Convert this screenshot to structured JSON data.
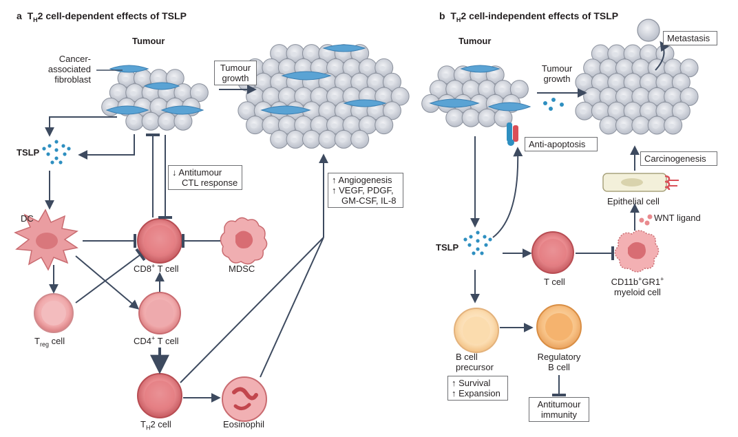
{
  "panel_a": {
    "letter": "a",
    "title_pre": "T",
    "title_sub": "H",
    "title_post": "2 cell-dependent effects of TSLP",
    "tumour": "Tumour",
    "caf": [
      "Cancer-",
      "associated",
      "fibroblast"
    ],
    "tumour_growth": [
      "Tumour",
      "growth"
    ],
    "tslp": "TSLP",
    "antitumour_ctl": [
      "↓ Antitumour",
      "CTL response"
    ],
    "angiogenesis": [
      "↑ Angiogenesis",
      "↑ VEGF, PDGF,",
      "GM-CSF, IL-8"
    ],
    "dc": "DC",
    "cd8": {
      "pre": "CD8",
      "sup": "+",
      "post": " T cell"
    },
    "mdsc": "MDSC",
    "treg": {
      "pre": "T",
      "sub": "reg",
      "post": " cell"
    },
    "cd4": {
      "pre": "CD4",
      "sup": "+",
      "post": " T cell"
    },
    "th2": {
      "pre": "T",
      "sub": "H",
      "post": "2 cell"
    },
    "eosinophil": "Eosinophil"
  },
  "panel_b": {
    "letter": "b",
    "title_pre": "T",
    "title_sub": "H",
    "title_post": "2 cell-independent effects of TSLP",
    "tumour": "Tumour",
    "tumour_growth": [
      "Tumour",
      "growth"
    ],
    "metastasis": "Metastasis",
    "anti_apoptosis": "Anti-apoptosis",
    "carcinogenesis": "Carcinogenesis",
    "epithelial": "Epithelial cell",
    "wnt": "WNT ligand",
    "tslp": "TSLP",
    "tcell": "T cell",
    "myeloid": {
      "l1_a": "CD11b",
      "l1_sup1": "+",
      "l1_b": "GR1",
      "l1_sup2": "+",
      "l2": "myeloid cell"
    },
    "bprecursor": [
      "B cell",
      "precursor"
    ],
    "regb": [
      "Regulatory",
      "B cell"
    ],
    "survival": [
      "↑ Survival",
      "↑ Expansion"
    ],
    "antitumour_imm": [
      "Antitumour",
      "immunity"
    ]
  },
  "colors": {
    "arrow": "#3d4a5f",
    "tumour_cell": "#c9cdd6",
    "fibroblast": "#5aa3d4",
    "tslp_dot": "#2e8fc0",
    "red_cell": "#e98a8e",
    "orange_cell": "#f7c083",
    "dc": "#e6959a"
  }
}
